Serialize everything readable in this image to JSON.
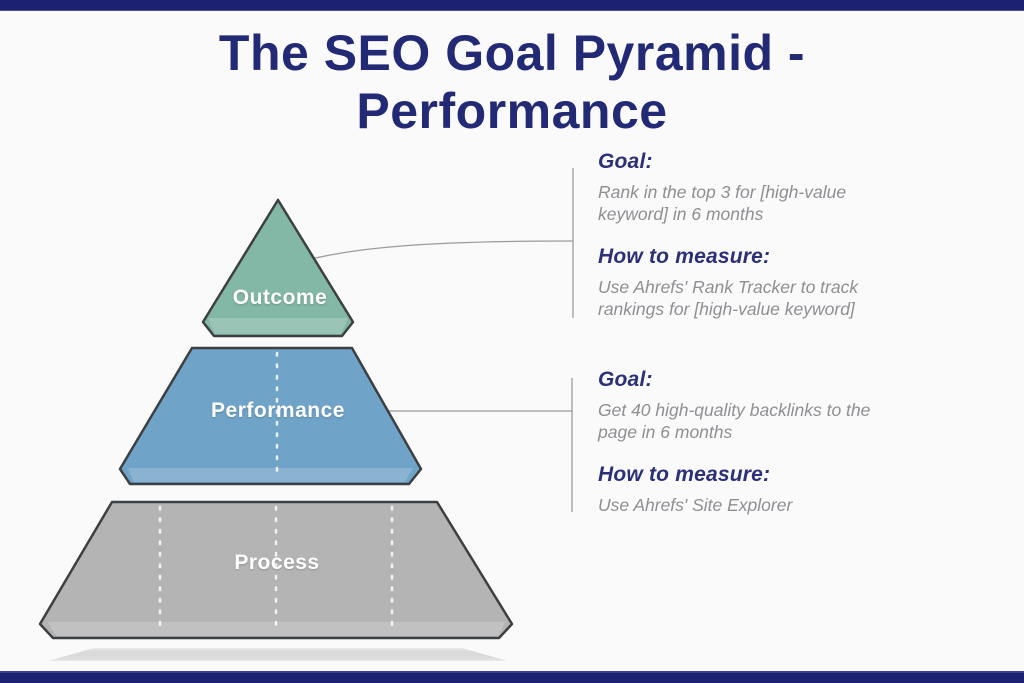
{
  "title": {
    "line1": "The SEO Goal Pyramid -",
    "line2": "Performance"
  },
  "pyramid": {
    "levels": [
      {
        "label": "Outcome",
        "color": "#83b7a6"
      },
      {
        "label": "Performance",
        "color": "#6fa3c7"
      },
      {
        "label": "Process",
        "color": "#b4b4b5"
      }
    ]
  },
  "annotations": [
    {
      "goal_label": "Goal:",
      "goal_text": "Rank in the top 3 for [high-value keyword] in 6 months",
      "measure_label": "How to measure:",
      "measure_text": "Use Ahrefs' Rank Tracker to track rankings for [high-value keyword]"
    },
    {
      "goal_label": "Goal:",
      "goal_text": "Get 40 high-quality backlinks to the page in 6 months",
      "measure_label": "How to measure:",
      "measure_text": "Use Ahrefs' Site Explorer"
    }
  ],
  "colors": {
    "navy_bar": "#1d2270",
    "title_text": "#232a75",
    "heading_text": "#2b3077",
    "body_text": "#8e8f93",
    "outline": "#3d4043",
    "connector_line": "#9b9b9b",
    "background": "#fafafa"
  }
}
